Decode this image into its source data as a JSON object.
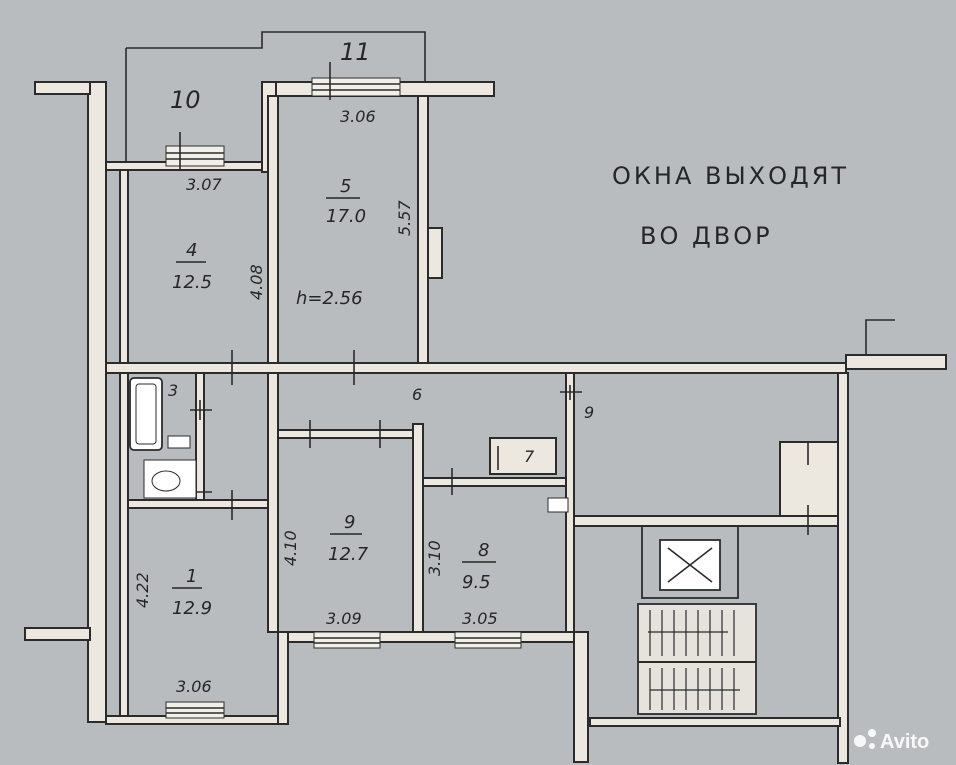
{
  "note": {
    "line1": "ОКНА ВЫХОДЯТ",
    "line2": "ВО ДВОР"
  },
  "ceiling_height": "h=2.56",
  "rooms": [
    {
      "id": "1",
      "area": "12.9"
    },
    {
      "id": "3",
      "area": ""
    },
    {
      "id": "4",
      "area": "12.5"
    },
    {
      "id": "5",
      "area": "17.0"
    },
    {
      "id": "6",
      "area": ""
    },
    {
      "id": "7",
      "area": ""
    },
    {
      "id": "8",
      "area": "9.5"
    },
    {
      "id": "9",
      "area": "12.7"
    },
    {
      "id": "9",
      "area": ""
    },
    {
      "id": "10",
      "area": ""
    },
    {
      "id": "11",
      "area": ""
    }
  ],
  "dimensions": [
    "3.06",
    "3.07",
    "5.57",
    "4.08",
    "4.10",
    "4.22",
    "3.10",
    "3.09",
    "3.05",
    "3.06"
  ],
  "watermark": "Avito",
  "colors": {
    "paper": "#b9bcbf",
    "wall_fill": "#ece8e0",
    "ink": "#2b2b2b"
  }
}
